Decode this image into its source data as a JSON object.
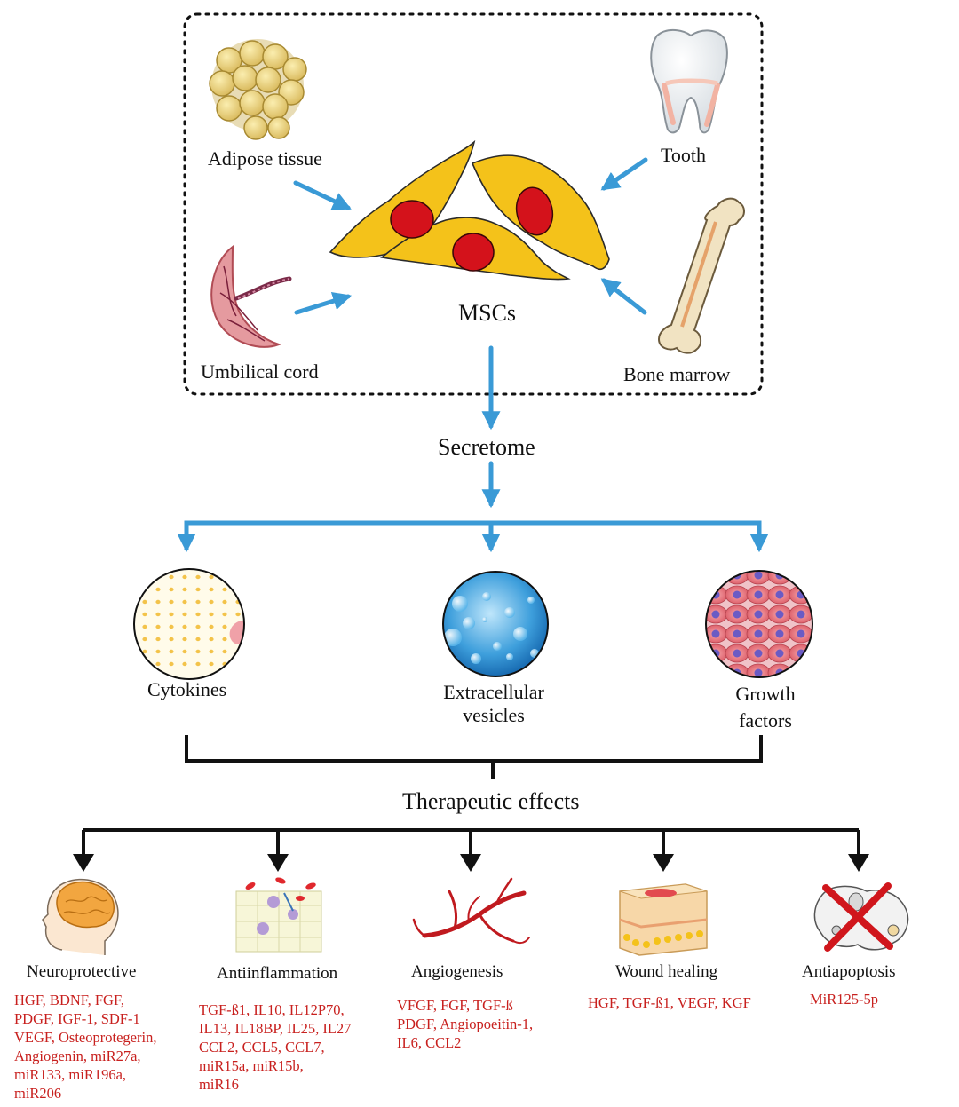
{
  "sources": {
    "adipose": "Adipose tissue",
    "tooth": "Tooth",
    "umbilical": "Umbilical cord",
    "bone_marrow": "Bone marrow"
  },
  "center_label": "MSCs",
  "secretome_label": "Secretome",
  "components": {
    "cytokines": "Cytokines",
    "ev_line1": "Extracellular",
    "ev_line2": "vesicles",
    "gf_line1": "Growth",
    "gf_line2": "factors"
  },
  "therapeutic_label": "Therapeutic effects",
  "effects": [
    {
      "name": "Neuroprotective",
      "molecules": [
        "HGF, BDNF, FGF,",
        "PDGF, IGF-1, SDF-1",
        "VEGF, Osteoprotegerin,",
        "Angiogenin, miR27a,",
        "miR133, miR196a,",
        "miR206"
      ]
    },
    {
      "name": "Antiinflammation",
      "molecules": [
        "TGF-ß1, IL10, IL12P70,",
        "IL13, IL18BP, IL25, IL27",
        "CCL2, CCL5, CCL7,",
        "miR15a, miR15b,",
        "miR16"
      ]
    },
    {
      "name": "Angiogenesis",
      "molecules": [
        "VFGF, FGF, TGF-ß",
        "PDGF, Angiopoeitin-1,",
        "IL6, CCL2"
      ]
    },
    {
      "name": "Wound healing",
      "molecules": [
        "HGF, TGF-ß1, VEGF, KGF"
      ]
    },
    {
      "name": "Antiapoptosis",
      "molecules": [
        "MiR125-5p"
      ]
    }
  ],
  "colors": {
    "arrow_blue": "#3a9ad6",
    "cell_yellow": "#f4c21a",
    "nucleus_red": "#d4121b",
    "molecule_red": "#c8201e",
    "tree_black": "#111111"
  }
}
